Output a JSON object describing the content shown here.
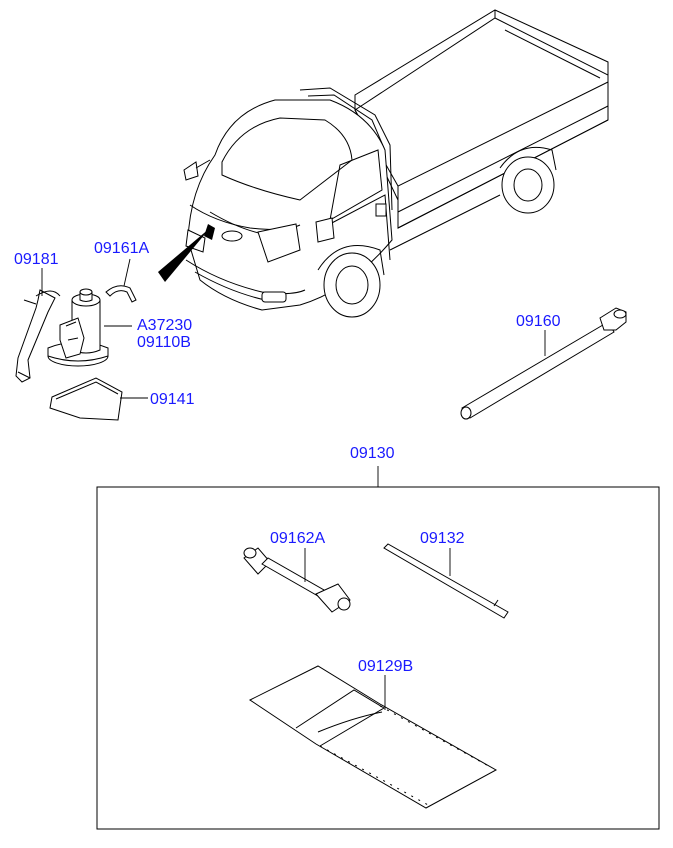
{
  "parts": {
    "p09181": "09181",
    "p09161A": "09161A",
    "pA37230": "A37230",
    "p09110B": "09110B",
    "p09141": "09141",
    "p09160": "09160",
    "p09130": "09130",
    "p09162A": "09162A",
    "p09132": "09132",
    "p09129B": "09129B"
  },
  "colors": {
    "part_number": "#1a1aff",
    "line": "#000000"
  }
}
